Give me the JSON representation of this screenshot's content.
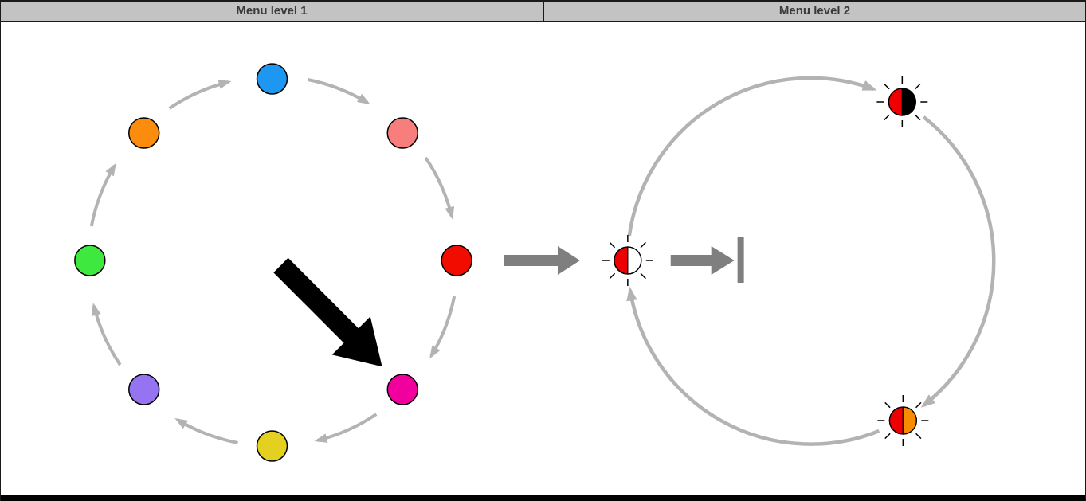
{
  "header": {
    "columns": [
      {
        "label": "Menu level 1"
      },
      {
        "label": "Menu level 2"
      }
    ],
    "bg_color": "#C3C3C3",
    "text_color": "#3A3A3A"
  },
  "colors": {
    "arc_arrow": "#B3B3B3",
    "flow_arrow": "#7F7F7F",
    "cursor_arrow": "#000000",
    "outline": "#000000",
    "background": "#FFFFFF"
  },
  "menu_level_1": {
    "cycle_direction": "clockwise",
    "options": [
      {
        "name": "blue",
        "color": "#1E97F2",
        "position": "top"
      },
      {
        "name": "salmon",
        "color": "#F87D7D",
        "position": "top-right"
      },
      {
        "name": "red",
        "color": "#F20C00",
        "position": "right"
      },
      {
        "name": "magenta",
        "color": "#F2009E",
        "position": "bottom-right"
      },
      {
        "name": "yellow",
        "color": "#E4D11F",
        "position": "bottom"
      },
      {
        "name": "purple",
        "color": "#9673F0",
        "position": "bottom-left"
      },
      {
        "name": "green",
        "color": "#3FE83F",
        "position": "left"
      },
      {
        "name": "orange",
        "color": "#FB8C0D",
        "position": "top-left"
      }
    ],
    "pointer": {
      "icon": "black-cursor-arrow",
      "points_to": "magenta"
    }
  },
  "transition": {
    "enter_icon": "right-arrow",
    "exit_icon": "right-arrow-into-stop-bar"
  },
  "menu_level_2": {
    "cycle_direction": "clockwise",
    "states": [
      {
        "name": "red-white",
        "left_color": "#EE0000",
        "right_color": "#FFFFFF",
        "position": "left"
      },
      {
        "name": "red-black",
        "left_color": "#EE0000",
        "right_color": "#000000",
        "position": "top-right"
      },
      {
        "name": "red-orange",
        "left_color": "#EE0000",
        "right_color": "#F78C00",
        "position": "bottom-right"
      }
    ]
  }
}
